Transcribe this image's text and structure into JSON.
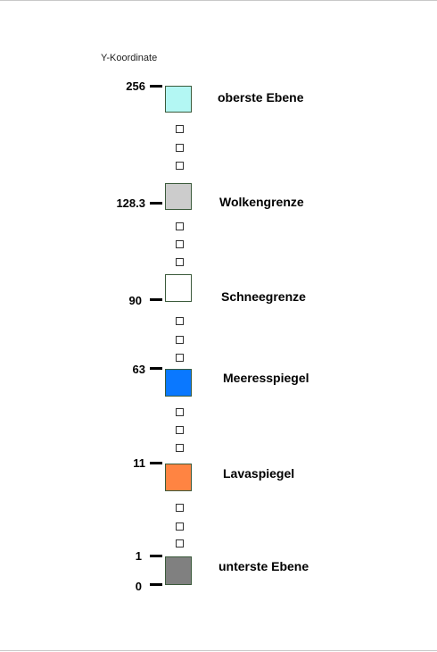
{
  "axis_title": "Y-Koordinate",
  "levels": [
    {
      "y_label": "256",
      "name": "oberste Ebene",
      "color": "#b3f7f3"
    },
    {
      "y_label": "128.3",
      "name": "Wolkengrenze",
      "color": "#cccccc"
    },
    {
      "y_label": "90",
      "name": "Schneegrenze",
      "color": "#ffffff"
    },
    {
      "y_label": "63",
      "name": "Meeresspiegel",
      "color": "#0a78ff"
    },
    {
      "y_label": "11",
      "name": "Lavaspiegel",
      "color": "#ff8442"
    },
    {
      "y_label": "1",
      "name": "unterste Ebene",
      "color": "#808080"
    }
  ],
  "extra_tick": {
    "y_label": "0"
  }
}
